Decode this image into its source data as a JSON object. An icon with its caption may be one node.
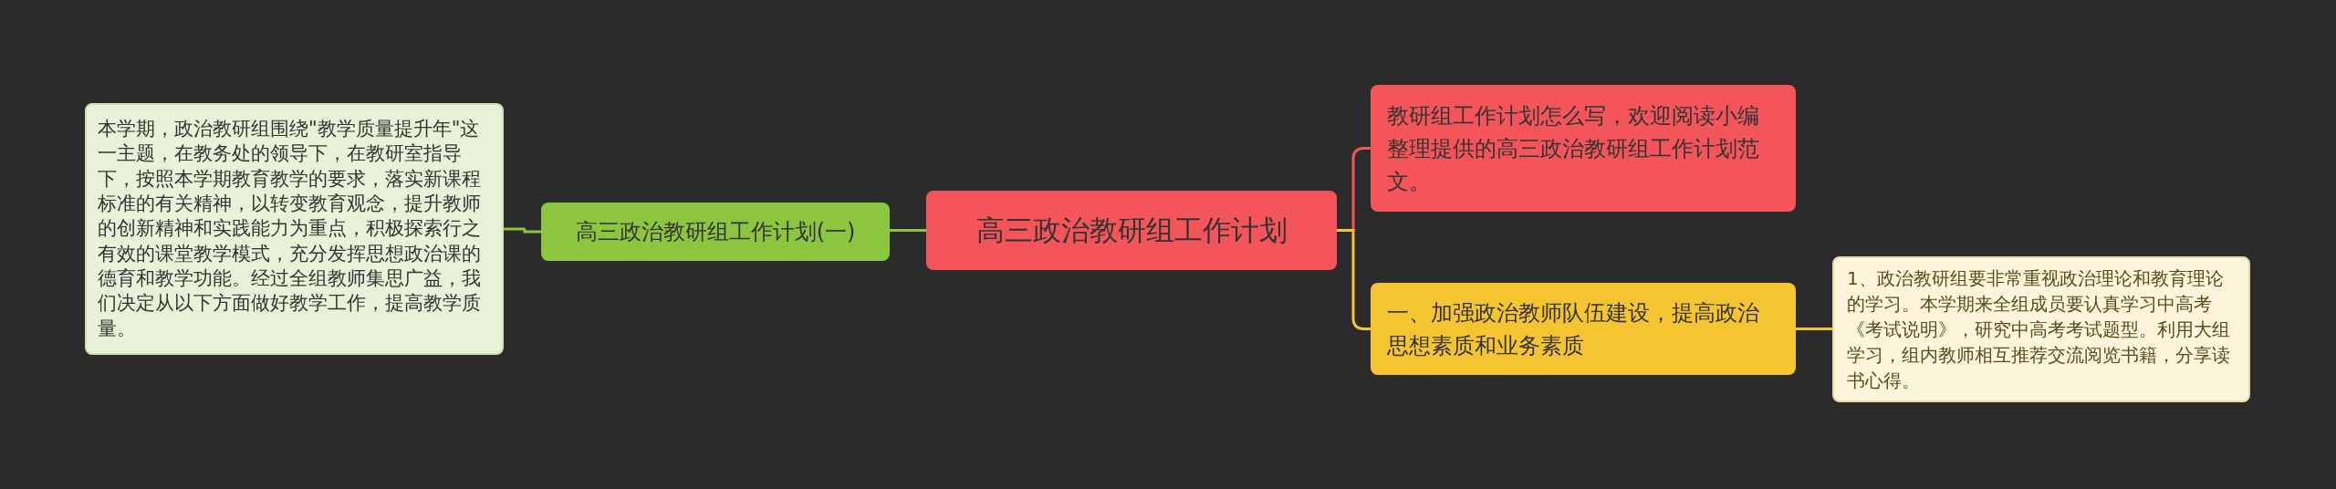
{
  "diagram": {
    "nodes": [
      {
        "text": [
          "高三政治教研组工作计划"
        ]
      },
      {
        "text": [
          "教研组工作计划怎么写，欢迎阅读小编整理提供的高三政治教研组工作计划范文。"
        ]
      },
      {
        "text": [
          "一、加强政治教师队伍建设，提高政治思想素质和业务素质"
        ]
      },
      {
        "text": [
          "1、政治教研组要非常重视政治理论和教育理论的学习。本学期来全组成员要认真学习中高考《考试说明》，研究中高考考试题型。利用大组学习，组内教师相互推荐交流阅览书籍，分享读书心得。"
        ]
      },
      {
        "text": [
          "高三政治教研组工作计划(一)"
        ]
      },
      {
        "text": [
          "本学期，政治教研组围绕\"教学质量提升年\"这一主题，在教务处的领导下，在教研室指导下，按照本学期教育教学的要求，落实新课程标准的有关精神，以转变教育观念，提升教师的创新精神和实践能力为重点，积极探索行之有效的课堂教学模式，充分发挥思想政治课的德育和教学功能。经过全组教师集思广益，我们决定从以下方面做好教学工作，提高教学质量。"
        ]
      }
    ],
    "edges": [
      {
        "from": 0,
        "to": 1,
        "arrow": "none",
        "color": "#f4555a"
      },
      {
        "from": 0,
        "to": 2,
        "arrow": "none",
        "color": "#f5c431"
      },
      {
        "from": 2,
        "to": 3,
        "arrow": "none",
        "color": "#f5c431"
      },
      {
        "from": 0,
        "to": 4,
        "arrow": "none",
        "color": "#8cc63f"
      },
      {
        "from": 4,
        "to": 5,
        "arrow": "none",
        "color": "#8cc63f"
      }
    ]
  }
}
